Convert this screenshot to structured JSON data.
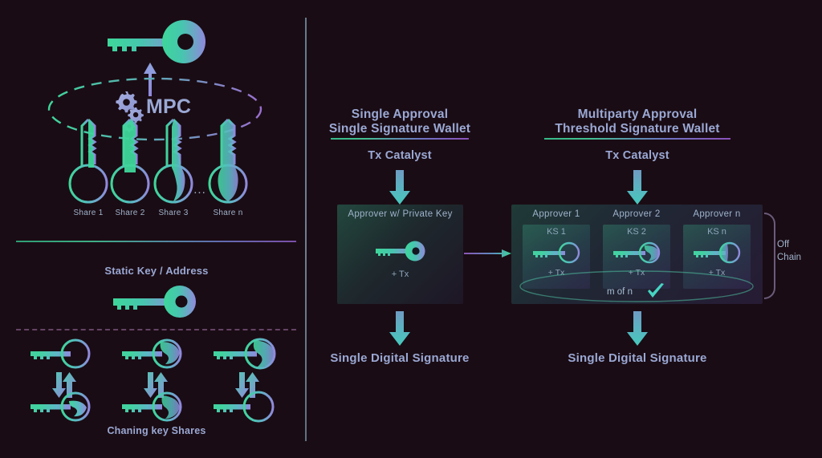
{
  "background_color": "#1a0c14",
  "palette": {
    "key_green": "#3ecf96",
    "key_purple": "#8e8ed6",
    "text_blue": "#9aa8d4",
    "text_soft": "#9fb3cc",
    "arrow_top": "#6f9bc4",
    "arrow_bottom": "#46c9bd",
    "divider_green": "#2f9e74",
    "divider_purple": "#7a4fa8"
  },
  "left_panel": {
    "mpc": {
      "label": "MPC",
      "master_key_icon": "key-icon",
      "gears_icon": "gears-icon",
      "up_arrow_icon": "arrow-up-icon",
      "ellipse_icon": "dashed-ellipse"
    },
    "shares": [
      {
        "label": "Share 1",
        "icon": "key-icon"
      },
      {
        "label": "Share 2",
        "icon": "key-icon"
      },
      {
        "label": "Share 3",
        "icon": "key-icon"
      },
      {
        "label": "Share n",
        "icon": "key-icon"
      }
    ],
    "ellipsis": "...",
    "static_key": {
      "title": "Static Key / Address",
      "icon": "key-icon"
    },
    "chaining": {
      "caption": "Chaning key Shares",
      "pairs": [
        {
          "top_icon": "key-icon",
          "bottom_icon": "key-icon",
          "swap_icon": "swap-arrows-icon"
        },
        {
          "top_icon": "key-icon",
          "bottom_icon": "key-icon",
          "swap_icon": "swap-arrows-icon"
        },
        {
          "top_icon": "key-icon",
          "bottom_icon": "key-icon",
          "swap_icon": "swap-arrows-icon"
        }
      ]
    }
  },
  "right_panel": {
    "single": {
      "title_line1": "Single Approval",
      "title_line2": "Single Signature Wallet",
      "catalyst": "Tx Catalyst",
      "arrow_in_icon": "arrow-down-icon",
      "box": {
        "heading": "Approver w/ Private Key",
        "key_icon": "key-icon",
        "tx_label": "+ Tx"
      },
      "arrow_out_icon": "arrow-down-icon",
      "result": "Single Digital Signature"
    },
    "connector_arrow_icon": "arrow-right-icon",
    "multi": {
      "title_line1": "Multiparty Approval",
      "title_line2": "Threshold Signature Wallet",
      "catalyst": "Tx Catalyst",
      "arrow_in_icon": "arrow-down-icon",
      "approvers": [
        {
          "name": "Approver 1",
          "ks": "KS 1",
          "tx_label": "+ Tx",
          "key_icon": "key-icon"
        },
        {
          "name": "Approver 2",
          "ks": "KS 2",
          "tx_label": "+ Tx",
          "key_icon": "key-icon"
        },
        {
          "name": "Approver n",
          "ks": "KS n",
          "tx_label": "+ Tx",
          "key_icon": "key-icon"
        }
      ],
      "threshold_label": "m of n",
      "threshold_check_icon": "check-icon",
      "off_chain_line1": "Off",
      "off_chain_line2": "Chain",
      "bracket_icon": "curly-bracket-icon",
      "arrow_out_icon": "arrow-down-icon",
      "result": "Single Digital Signature"
    }
  }
}
